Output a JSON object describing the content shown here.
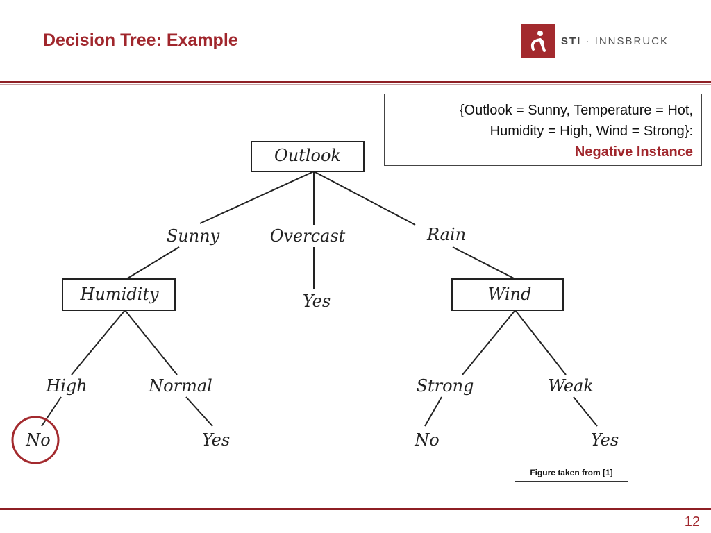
{
  "slide": {
    "title": "Decision Tree: Example",
    "page_number": "12",
    "caption": "Figure taken from [1]",
    "logo_text_bold": "STI",
    "logo_text": " · INNSBRUCK"
  },
  "instance": {
    "line1": "{Outlook = Sunny, Temperature = Hot,",
    "line2": "Humidity = High, Wind = Strong}:",
    "label": "Negative Instance"
  },
  "tree": {
    "root": "Outlook",
    "branch_sunny": "Sunny",
    "branch_overcast": "Overcast",
    "branch_rain": "Rain",
    "node_humidity": "Humidity",
    "node_wind": "Wind",
    "leaf_overcast": "Yes",
    "branch_high": "High",
    "branch_normal": "Normal",
    "branch_strong": "Strong",
    "branch_weak": "Weak",
    "leaf_high": "No",
    "leaf_normal": "Yes",
    "leaf_strong": "No",
    "leaf_weak": "Yes"
  },
  "colors": {
    "accent": "#a0262c",
    "highlight_circle": "#a32a2e"
  }
}
